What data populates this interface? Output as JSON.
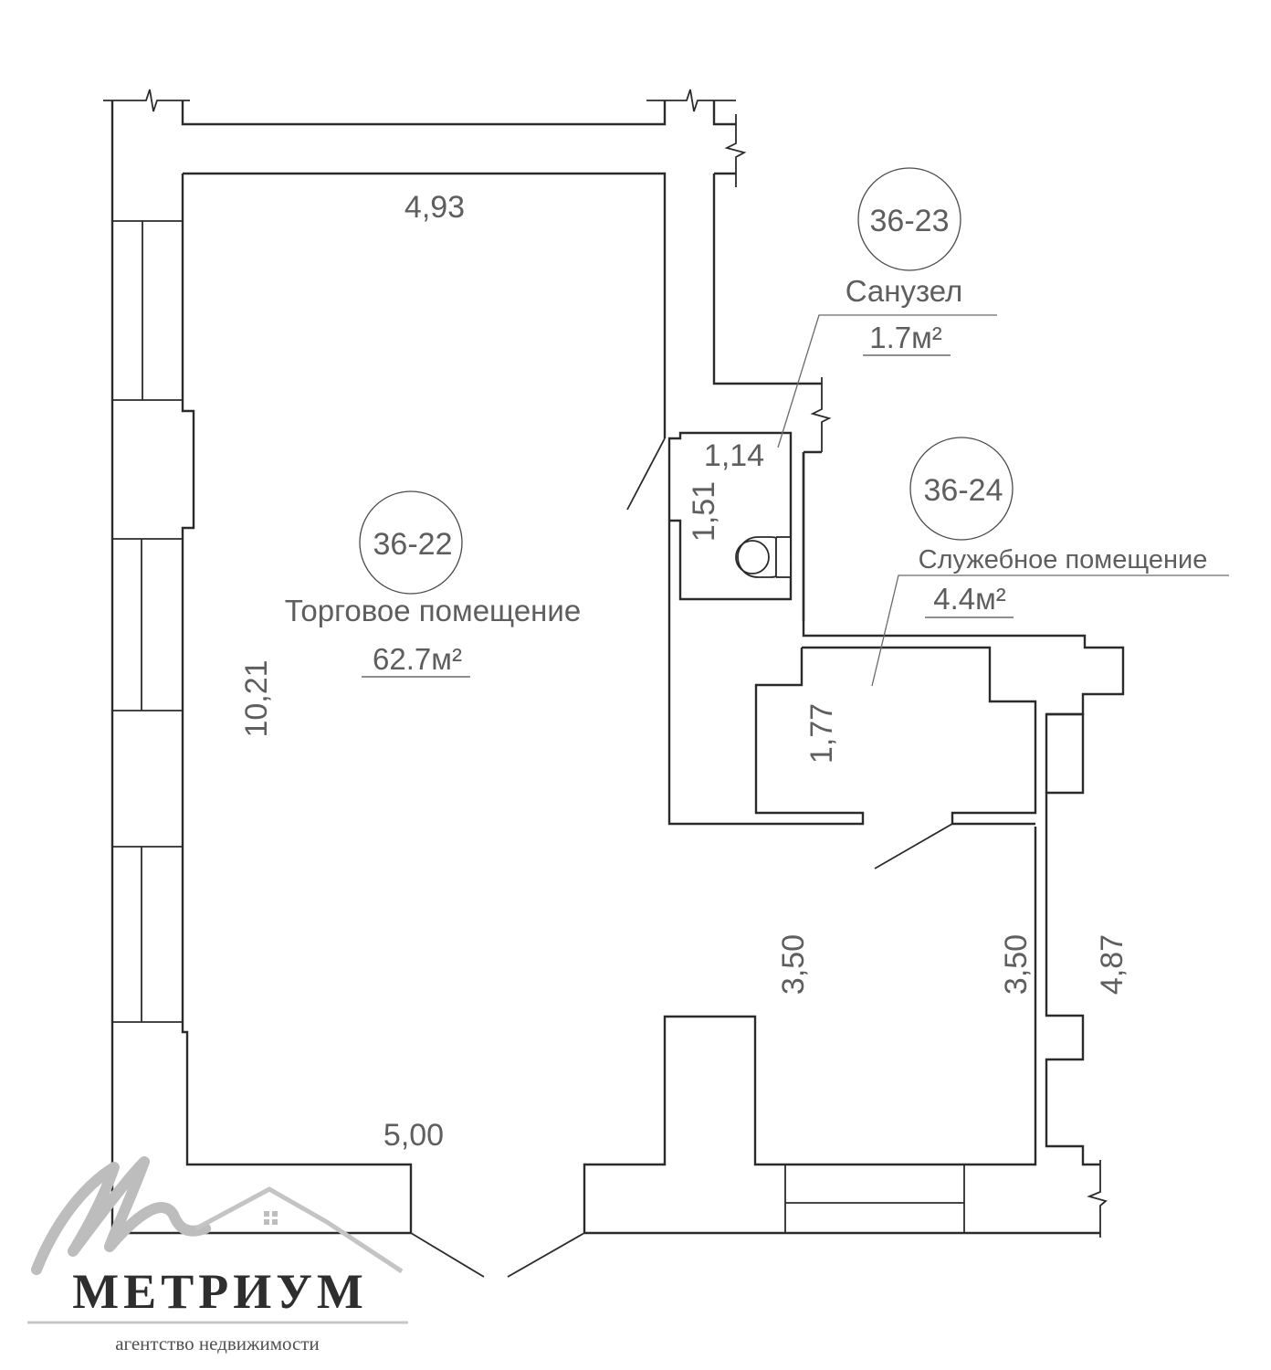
{
  "plan": {
    "rooms": [
      {
        "id": "36-22",
        "name": "Торговое помещение",
        "area": "62.7м²"
      },
      {
        "id": "36-23",
        "name": "Санузел",
        "area": "1.7м²"
      },
      {
        "id": "36-24",
        "name": "Служебное помещение",
        "area": "4.4м²"
      }
    ],
    "dimensions": {
      "top_width": "4,93",
      "left_height": "10,21",
      "bottom_width": "5,00",
      "wc_width": "1,14",
      "wc_height": "1,51",
      "service_height": "1,77",
      "right_inner_height": "3,50",
      "right_wall_height": "3,50",
      "right_outer_height": "4,87"
    }
  },
  "logo": {
    "name": "МЕТРИУМ",
    "tagline": "агентство недвижимости",
    "colors": {
      "mark": "#bdbdbd",
      "text": "#2e2e2e"
    }
  },
  "colors": {
    "line": "#2b2b2b",
    "label": "#5e5e5e",
    "background": "#ffffff"
  }
}
